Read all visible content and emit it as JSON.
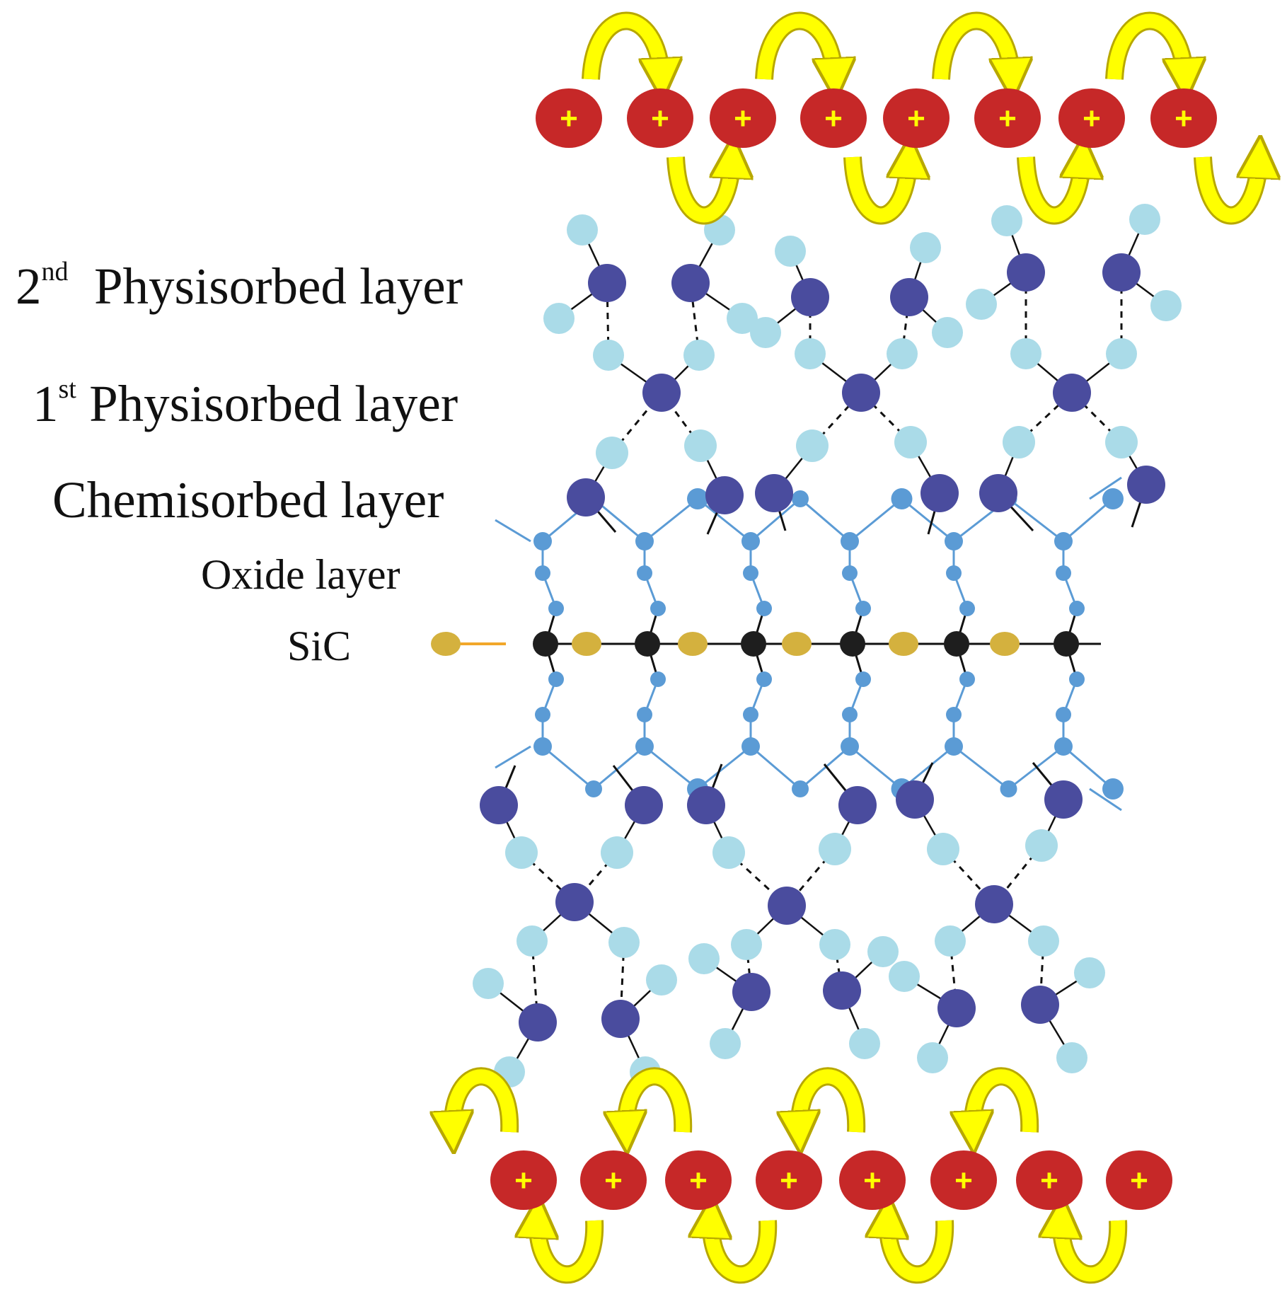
{
  "labels": {
    "physisorbed_2": {
      "ord": "2",
      "sup": "nd",
      "text": "Physisorbed layer"
    },
    "physisorbed_1": {
      "ord": "1",
      "sup": "st",
      "text": "Physisorbed layer"
    },
    "chemisorbed": "Chemisorbed layer",
    "oxide": "Oxide layer",
    "sic": "SiC"
  },
  "ion_sign": "+",
  "colors": {
    "ion_fill": "#c62828",
    "ion_sign": "#ffff00",
    "arrow_fill": "#ffff00",
    "arrow_edge": "#b8a800",
    "water_oxygen": "#4a4c9e",
    "water_hydrogen": "#aadbe8",
    "oxide_atom": "#5b9bd5",
    "oxide_bond": "#5b9bd5",
    "sic_silicon": "#1e1e1e",
    "sic_carbon": "#d4b13e",
    "sic_carbon_bond": "#f2a72a",
    "bond": "#111111"
  }
}
